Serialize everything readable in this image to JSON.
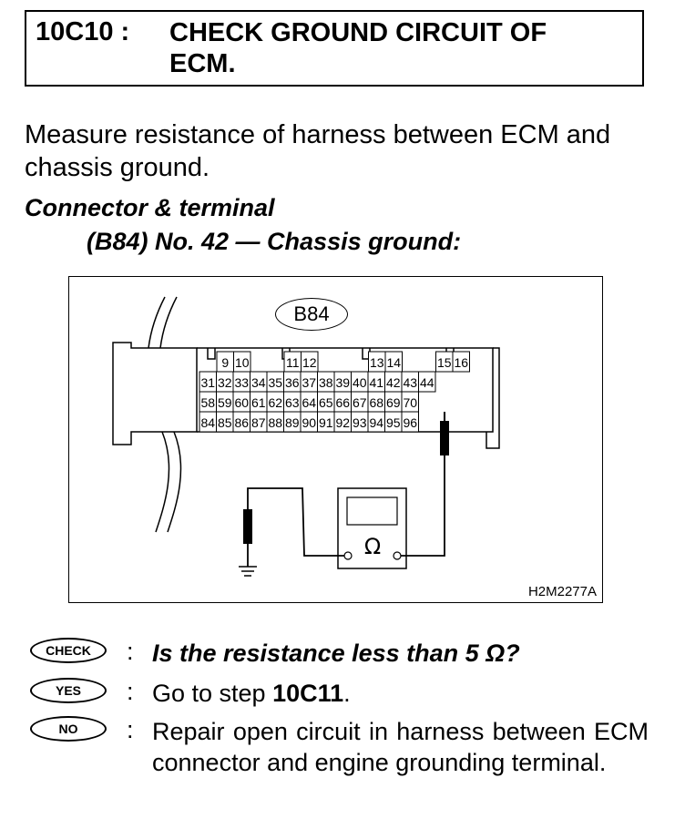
{
  "step": {
    "code": "10C10 :",
    "title_line1": "CHECK GROUND CIRCUIT OF",
    "title_line2": "ECM."
  },
  "instruction": "Measure resistance of harness between ECM and chassis ground.",
  "connector_heading": "Connector & terminal",
  "connector_detail": "(B84) No. 42 — Chassis ground:",
  "figure": {
    "connector_label": "B84",
    "ohm_symbol": "Ω",
    "figure_code": "H2M2277A",
    "terminal_rows": [
      [
        "9",
        "10",
        "11",
        "12",
        "13",
        "14",
        "15",
        "16"
      ],
      [
        "31",
        "32",
        "33",
        "34",
        "35",
        "36",
        "37",
        "38",
        "39",
        "40",
        "41",
        "42",
        "43",
        "44"
      ],
      [
        "58",
        "59",
        "60",
        "61",
        "62",
        "63",
        "64",
        "65",
        "66",
        "67",
        "68",
        "69",
        "70"
      ],
      [
        "84",
        "85",
        "86",
        "87",
        "88",
        "89",
        "90",
        "91",
        "92",
        "93",
        "94",
        "95",
        "96"
      ]
    ]
  },
  "check": {
    "badge": "CHECK",
    "question": "Is the resistance less than 5 Ω?"
  },
  "yes": {
    "badge": "YES",
    "prefix": "Go to step ",
    "step": "10C11",
    "suffix": "."
  },
  "no": {
    "badge": "NO",
    "text": "Repair open circuit in harness between ECM connector and engine grounding terminal."
  }
}
